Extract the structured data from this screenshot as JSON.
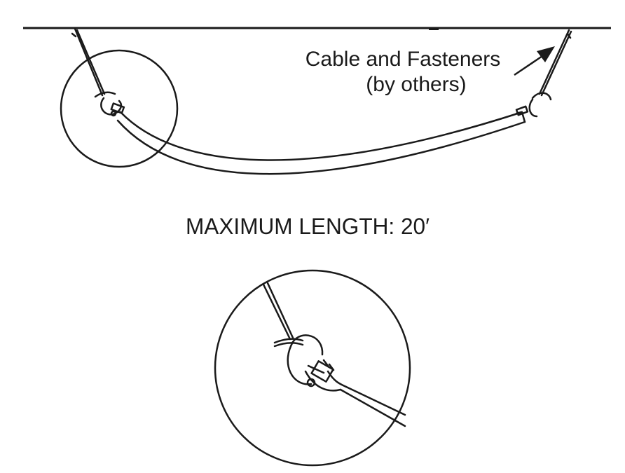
{
  "diagram": {
    "callout_line1": "Cable and Fasteners",
    "callout_line2": "(by others)",
    "max_length": "MAXIMUM LENGTH: 20′"
  },
  "colors": {
    "ink": "#1a1a1a",
    "background": "#ffffff"
  }
}
